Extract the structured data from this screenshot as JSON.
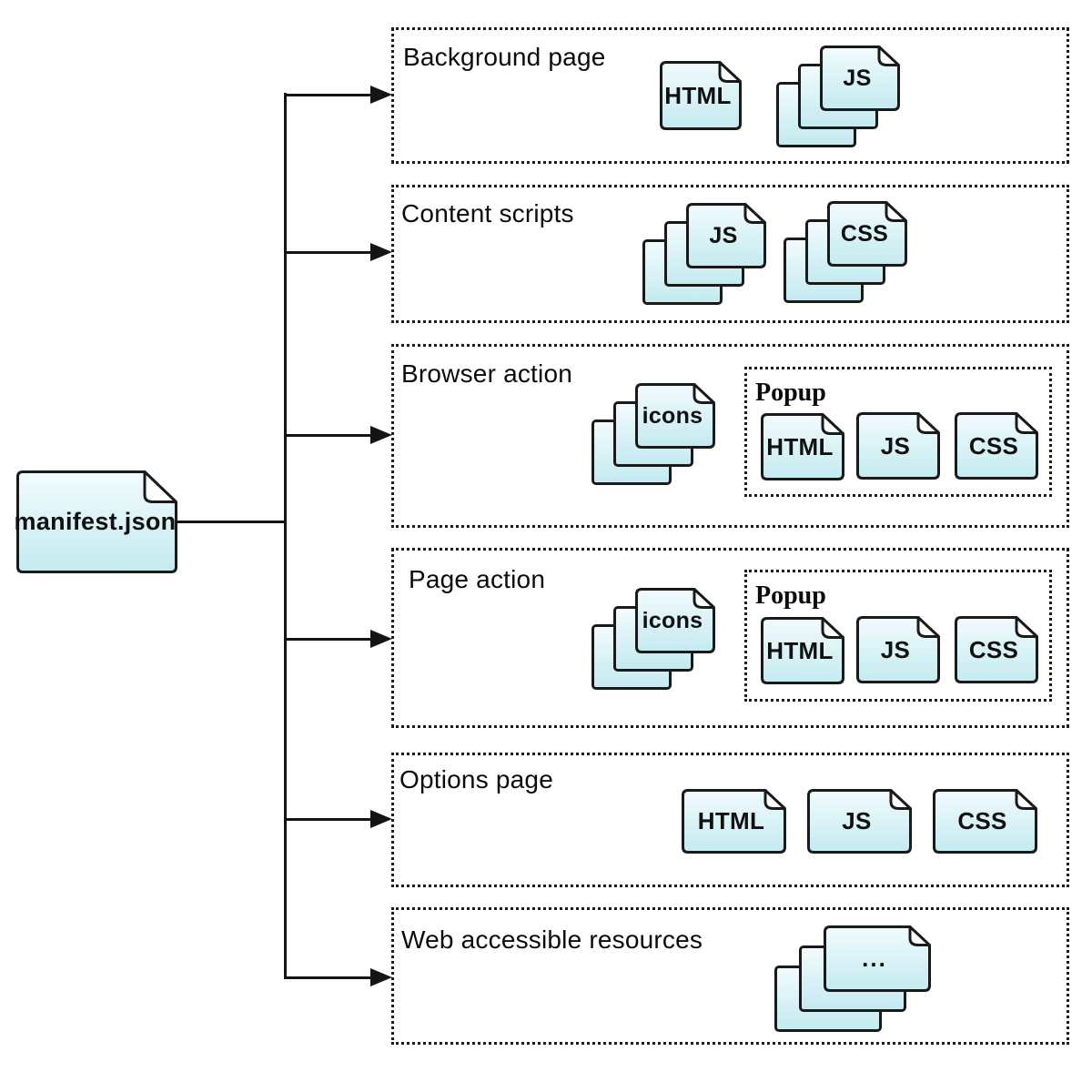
{
  "diagram": {
    "node": {
      "label": "manifest.json"
    },
    "popup_label": "Popup",
    "file_labels": {
      "html": "HTML",
      "js": "JS",
      "css": "CSS",
      "icons": "icons",
      "ellipsis": "..."
    },
    "sections": [
      {
        "title": "Background page",
        "files": [
          "html-file",
          "js-files-stack"
        ]
      },
      {
        "title": "Content scripts",
        "files": [
          "js-files-stack",
          "css-files-stack"
        ]
      },
      {
        "title": "Browser action",
        "files": [
          "icons-files-stack",
          "popup: html-file, js-file, css-file"
        ]
      },
      {
        "title": "Page action",
        "files": [
          "icons-files-stack",
          "popup: html-file, js-file, css-file"
        ]
      },
      {
        "title": "Options page",
        "files": [
          "html-file",
          "js-file",
          "css-file"
        ]
      },
      {
        "title": "Web accessible resources",
        "files": [
          "resources-stack"
        ]
      }
    ],
    "colors": {
      "file_fill_top": "#f2fbfd",
      "file_fill_bottom": "#c4eaf0",
      "outline": "#1a1a1a",
      "background": "#ffffff"
    }
  }
}
